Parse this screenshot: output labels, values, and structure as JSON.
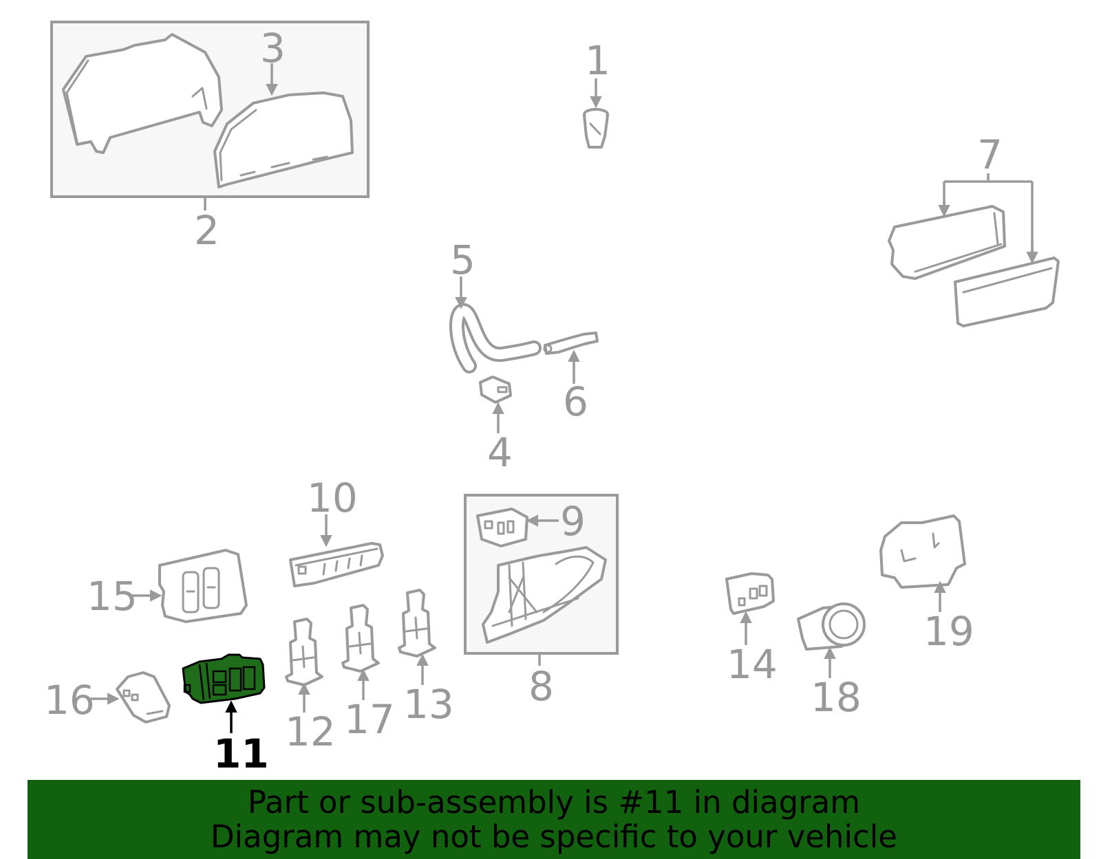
{
  "banner": {
    "line1": "Part or sub-assembly is #11 in diagram",
    "line2": "Diagram may not be specific to your vehicle"
  },
  "highlight_color": "#1f6d1a",
  "banner_color": "#12610f",
  "callouts": {
    "c1": "1",
    "c2": "2",
    "c3": "3",
    "c4": "4",
    "c5": "5",
    "c6": "6",
    "c7": "7",
    "c8": "8",
    "c9": "9",
    "c10": "10",
    "c11": "11",
    "c12": "12",
    "c13": "13",
    "c14": "14",
    "c15": "15",
    "c16": "16",
    "c17": "17",
    "c18": "18",
    "c19": "19"
  },
  "highlighted_part": "11"
}
